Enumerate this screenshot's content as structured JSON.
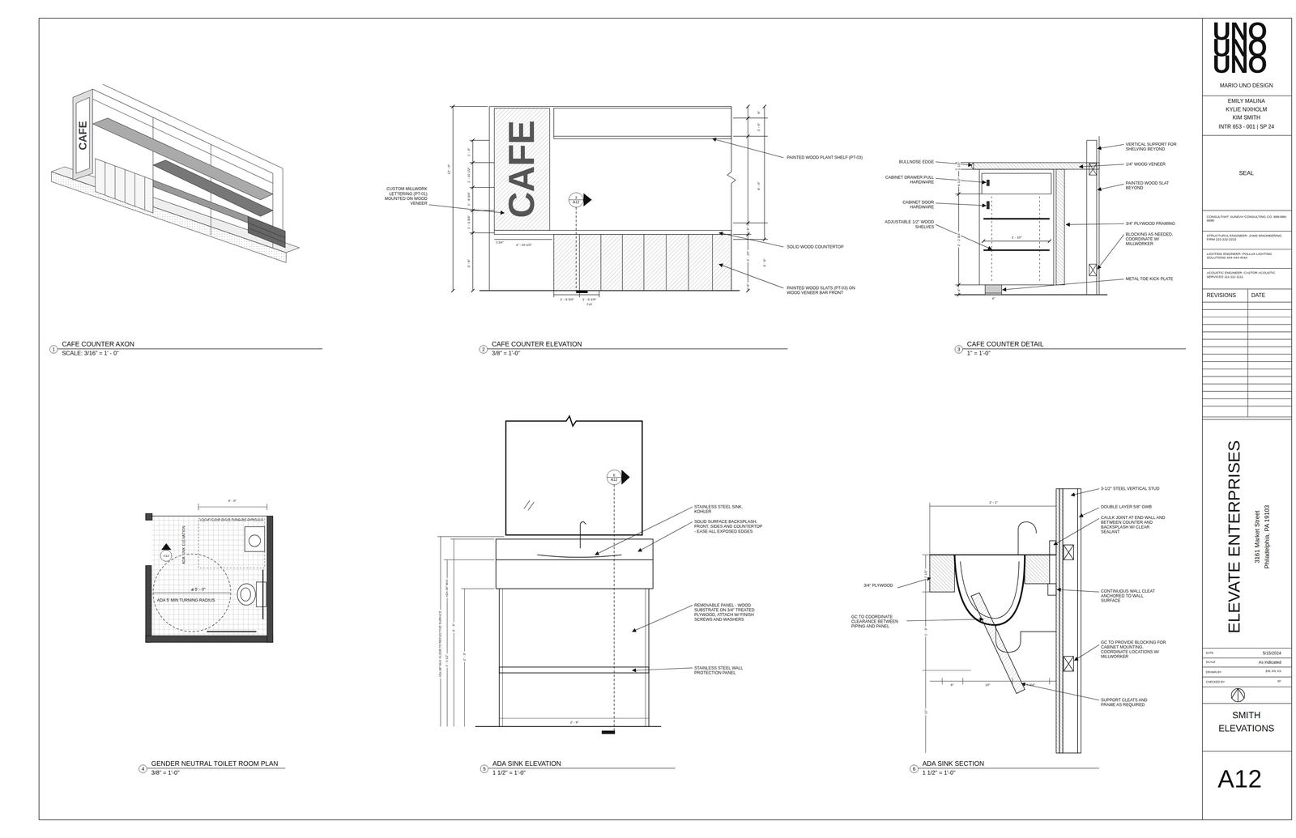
{
  "diagram": {
    "nodes": [
      {
        "text": [
          "1"
        ]
      },
      {
        "text": [
          "2"
        ]
      },
      {
        "text": [
          "3"
        ]
      },
      {
        "text": [
          "4"
        ]
      },
      {
        "text": [
          "5"
        ]
      },
      {
        "text": [
          "6"
        ]
      },
      {
        "text": [
          "3",
          "A12"
        ]
      },
      {
        "text": [
          "6",
          "A12"
        ]
      },
      {
        "text": [
          "A12"
        ]
      }
    ],
    "labels": [
      "UNO",
      "UNO",
      "UNO",
      "MARIO UNO DESIGN",
      "EMILY MALINA",
      "KYLIE NIXHOLM",
      "KIM SMITH",
      "INTR 653 - 001 | SP 24",
      "SEAL",
      "CONSULTANT: SUNDAY CONSULTING CO. 888-888-8888",
      "STRUCTURAL ENGINEER: JAMS ENGINEERING FIRM 222-222-2222",
      "LIGHTING ENGINEER: POLLUX LIGHTING SOLUTIONS 444-444-4444",
      "ACOUSTIC ENGINEER: CASTOR ACOUSTIC SERVICES 111-111-1111",
      "REVISIONS",
      "DATE",
      "ELEVATE ENTERPRISES",
      "3161 Market Street",
      "Philadelphia, PA 19103",
      "DATE",
      "5/15/2024",
      "SCALE",
      "As indicated",
      "DRAWN BY",
      "EM, KN, KS",
      "CHECKED BY",
      "SF",
      "SMITH",
      "ELEVATIONS",
      "A12",
      "CAFE",
      "CAFE COUNTER AXON",
      "SCALE: 3/16\" = 1' - 0\"",
      "CAFE COUNTER ELEVATION",
      "3/8\" = 1'-0\"",
      "CAFE COUNTER DETAIL",
      "1\" = 1'-0\"",
      "GENDER NEUTRAL TOILET ROOM PLAN",
      "3/8\" = 1'-0\"",
      "ADA SINK ELEVATION",
      "1 1/2\" = 1'-0\"",
      "ADA SINK SECTION",
      "1 1/2\" = 1'-0\"",
      "CAFE",
      "CUSTOM MILLWORK LETTERING (PT-01) MOUNTED ON WOOD VENEER",
      "PAINTED WOOD PLANT SHELF (PT-03)",
      "SOLID WOOD COUNTERTOP",
      "PAINTED WOOD SLATS (PT-03) ON WOOD VENEER BAR FRONT",
      "1' - 3\"",
      "1' - 10 1/2\"",
      "1' - 6 3/4\"",
      "1' - 3 3/4\"",
      "12' - 0\"",
      "3' - 6\"",
      "3 3/4\"",
      "2' - 10 1/2\"",
      "1' - 6 3/4\"",
      "1' - 6 1/4\"",
      "TYP",
      "6\"",
      "2' - 0\"",
      "6' - 0\"",
      "6\"",
      "2' - 10\"",
      "3' - 6\"",
      "6\"",
      "BULLNOSE EDGE",
      "CABINET DRAWER PULL HARDWARE",
      "CABINET DOOR HARDWARE",
      "ADJUSTABLE 1/2\" WOOD SHELVES",
      "VERTICAL SUPPORT FOR SHELVING BEYOND",
      "1/4\" WOOD VENEER",
      "PAINTED WOOD SLAT BEYOND",
      "3/4\" PLYWOOD FRAMING",
      "BLOCKING AS NEEDED, COORDINATE W/ MILLWORKER",
      "METAL TOE KICK PLATE",
      "1 1/2\"",
      "6 1/2\"",
      "2' - 2 3/4\"",
      "4\"",
      "1' - 10\"",
      "4\"",
      "4' - 0\"",
      "CLEAR FLOOR SPACE FORWARD APPROACH",
      "ADA SINK ELEVATION",
      "ø 5' - 0\"",
      "ADA 5' MIN TURNING RADIUS",
      "STAINLESS STEEL SINK, KOHLER",
      "SOLID SURFACE BACKSPLASH, FRONT, SIDES AND COUNTERTOP - EASE ALL EXPOSED EDGES",
      "REMOVABLE PANEL - WOOD SUBSTRATE ON 3/4\" TREATED PLYWOOD, ATTACH W/ FINISH SCREWS AND WASHERS",
      "STAINLESS STEEL WALL PROTECTION PANEL",
      "ADA 40\" MAX FLOOR TO REFLECTIVE SURFACE",
      "3' - 4\"",
      "ADA 34\" MAX",
      "2' - 9 1/2\"",
      "2' - 3\"",
      "2' - 9\"",
      "3-1/2\" STEEL VERTICAL STUD",
      "DOUBLE LAYER 5/8\" GWB",
      "CAULK JOINT AT END WALL AND BETWEEN COUNTER AND BACKSPLASH W/ CLEAR SEALANT",
      "CONTINUOUS WALL CLEAT ANCHORED TO WALL SURFACE",
      "GC TO PROVIDE BLOCKING FOR CABINET MOUNTING. COORDINATE LOCATIONS W/ MILLWORKER",
      "SUPPORT CLEATS AND FRAME AS REQUIRED",
      "3/4\" PLYWOOD",
      "GC TO COORDINATE CLEARANCE BETWEEN PIPING AND PANEL",
      "2' - 1\"",
      "7 1/2\"",
      "1' - 3\"",
      "11\"",
      "6\"",
      "10\"",
      "7 3/4\""
    ]
  }
}
